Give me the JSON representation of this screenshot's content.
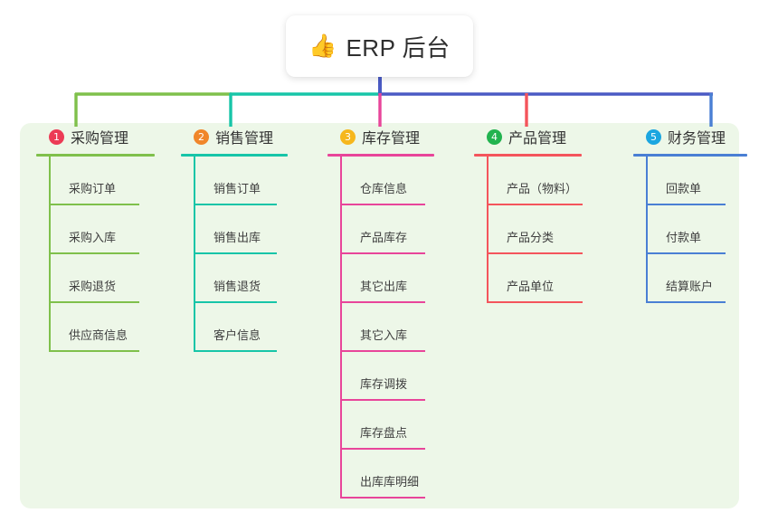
{
  "diagram": {
    "type": "org-tree",
    "title": {
      "icon": "thumbs-up-emoji",
      "icon_glyph": "👍",
      "text": "ERP 后台"
    },
    "panel_background": "#edf7e8",
    "page_background": "#ffffff",
    "root_stem_color": "#4a5ac4",
    "columns": [
      {
        "index": "1",
        "badge": "1",
        "badge_color": "#ec3b55",
        "line_color": "#7fc04b",
        "title": "采购管理",
        "items": [
          {
            "label": "采购订单"
          },
          {
            "label": "采购入库"
          },
          {
            "label": "采购退货"
          },
          {
            "label": "供应商信息"
          }
        ]
      },
      {
        "index": "2",
        "badge": "2",
        "badge_color": "#f0862a",
        "line_color": "#17c5a8",
        "title": "销售管理",
        "items": [
          {
            "label": "销售订单"
          },
          {
            "label": "销售出库"
          },
          {
            "label": "销售退货"
          },
          {
            "label": "客户信息"
          }
        ]
      },
      {
        "index": "3",
        "badge": "3",
        "badge_color": "#f6b71c",
        "line_color": "#e8459a",
        "title": "库存管理",
        "items": [
          {
            "label": "仓库信息"
          },
          {
            "label": "产品库存"
          },
          {
            "label": "其它出库"
          },
          {
            "label": "其它入库"
          },
          {
            "label": "库存调拨"
          },
          {
            "label": "库存盘点"
          },
          {
            "label": "出库库明细"
          }
        ]
      },
      {
        "index": "4",
        "badge": "4",
        "badge_color": "#22b34f",
        "line_color": "#f4555c",
        "title": "产品管理",
        "items": [
          {
            "label": "产品（物料）"
          },
          {
            "label": "产品分类"
          },
          {
            "label": "产品单位"
          }
        ]
      },
      {
        "index": "5",
        "badge": "5",
        "badge_color": "#1ba6e0",
        "line_color": "#4a7fd4",
        "title": "财务管理",
        "items": [
          {
            "label": "回款单"
          },
          {
            "label": "付款单"
          },
          {
            "label": "结算账户"
          }
        ]
      }
    ]
  }
}
